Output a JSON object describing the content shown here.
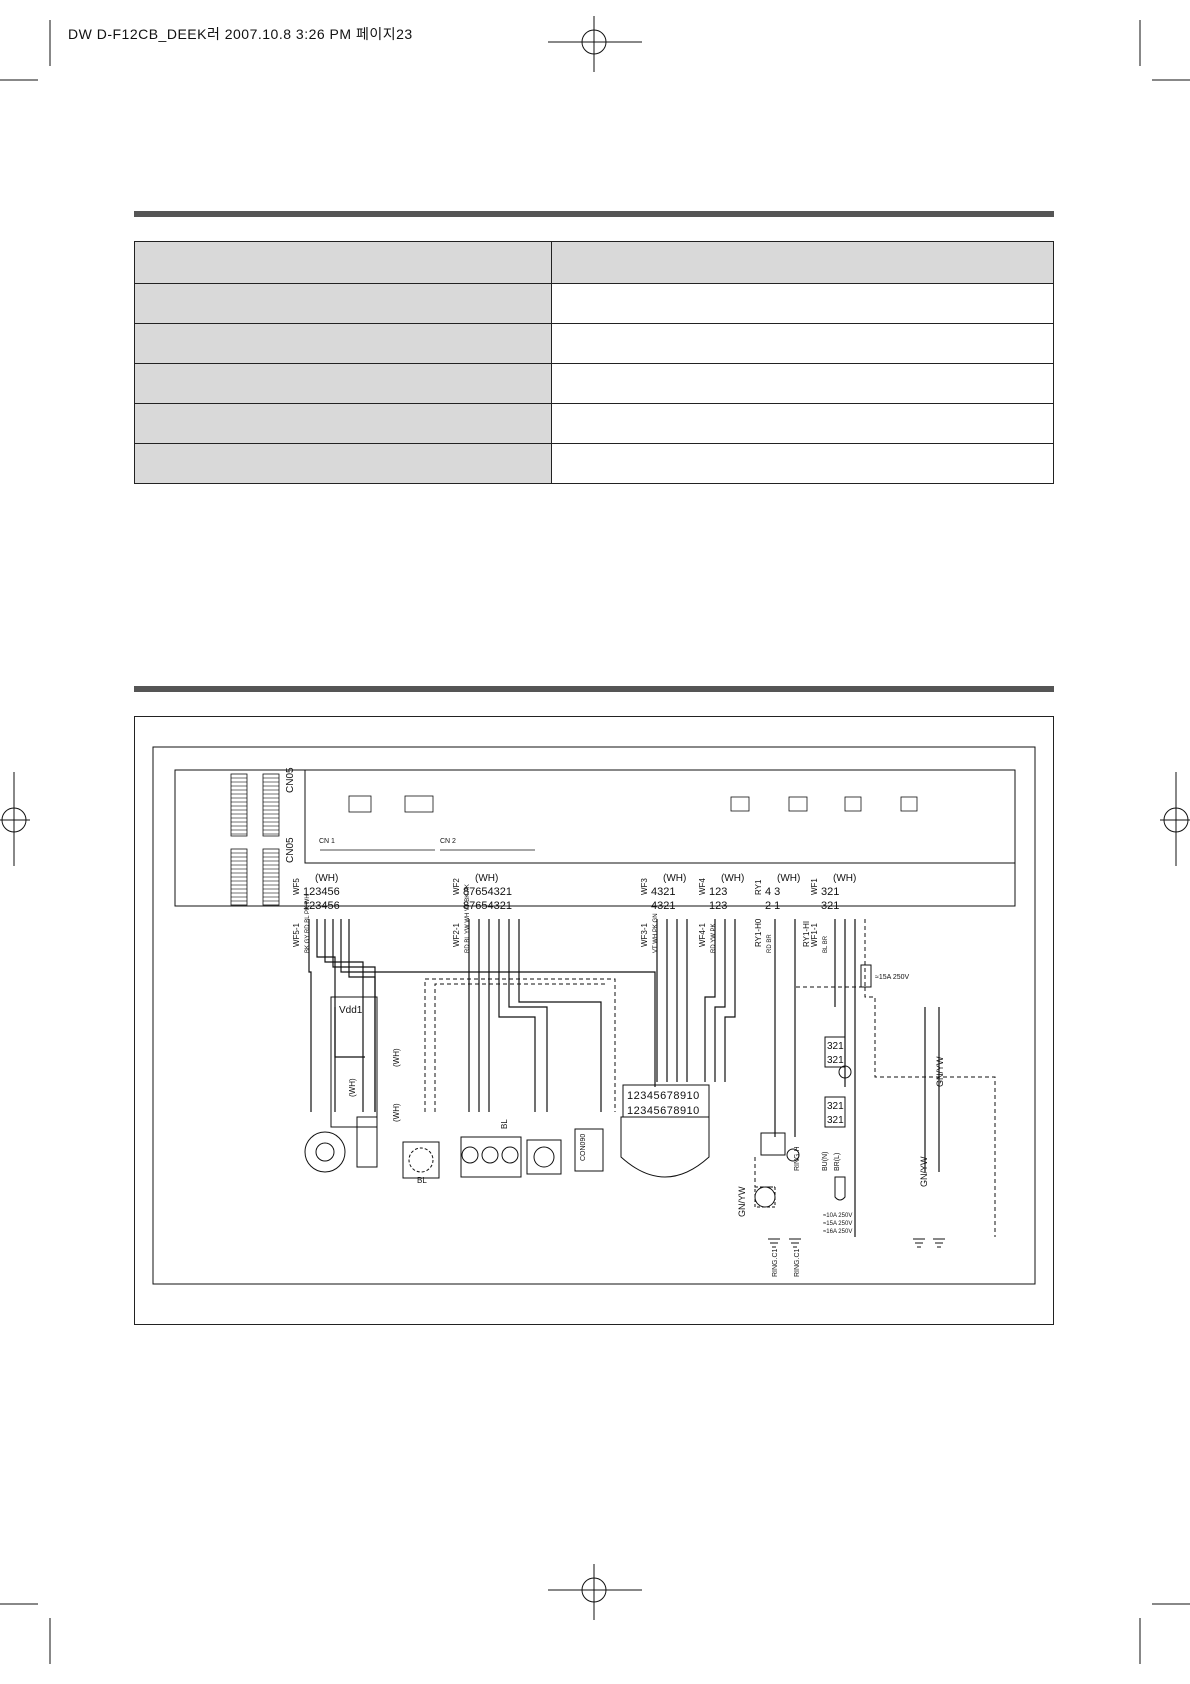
{
  "header": {
    "print_info": "DW D-F12CB_DEEK러  2007.10.8 3:26 PM 페이지23"
  },
  "spec_table": {
    "rows": [
      {
        "label": "",
        "value": ""
      },
      {
        "label": "",
        "value": ""
      },
      {
        "label": "",
        "value": ""
      },
      {
        "label": "",
        "value": ""
      },
      {
        "label": "",
        "value": ""
      },
      {
        "label": "",
        "value": ""
      }
    ]
  },
  "wiring": {
    "board_connectors": [
      "CN05",
      "CN05"
    ],
    "top_connectors": [
      {
        "label": "(WH)",
        "id": "WF5",
        "pins_top": "123456",
        "pins_bot": "123456",
        "sub": "WF5-1",
        "colors": "BK GY RD BL PK WH"
      },
      {
        "label": "(WH)",
        "id": "WF2",
        "pins_top": "87654321",
        "pins_bot": "87654321",
        "sub": "WF2-1",
        "colors": "RD BL YW WH VT BK PK"
      },
      {
        "label": "(WH)",
        "id": "WF3",
        "pins_top": "4321",
        "pins_bot": "4321",
        "sub": "WF3-1",
        "colors": "VT WH PK GN"
      },
      {
        "label": "(WH)",
        "id": "WF4",
        "pins_top": "123",
        "pins_bot": "123",
        "sub": "WF4-1",
        "colors": "RD YW PK"
      },
      {
        "label": "(WH)",
        "id": "RY1",
        "pins_top": "4 3",
        "pins_bot": "2 1",
        "sub": "RY1-H0",
        "sub2": "RY1-HI",
        "colors": "RD BR"
      },
      {
        "label": "(WH)",
        "id": "WF1",
        "pins_top": "321",
        "pins_bot": "321",
        "sub": "WF1-1",
        "colors": "BL BR"
      }
    ],
    "labels": {
      "vdd": "Vdd1",
      "fuse": "≈15A 250V",
      "wh_con": "(WH)",
      "wh_con2": "(WH)",
      "wh_con3": "(WH)",
      "bl1": "BL",
      "bl2": "BL",
      "cn_yw1": "GN/YW",
      "cn_yw2": "GN/YW",
      "cn_yw3": "GN/YW",
      "ring1": "RING.C1",
      "ring2": "RING.C1",
      "ringh": "RING.H",
      "bun": "BU(N)",
      "brl": "BR(L)",
      "rating1": "≈10A 250V",
      "rating2": "≈15A 250V",
      "rating3": "≈16A 250V",
      "con10": "12345678910",
      "con_small": "321",
      "cn1": "CN 1",
      "cn2": "CN 2",
      "con090": "CON090"
    }
  }
}
